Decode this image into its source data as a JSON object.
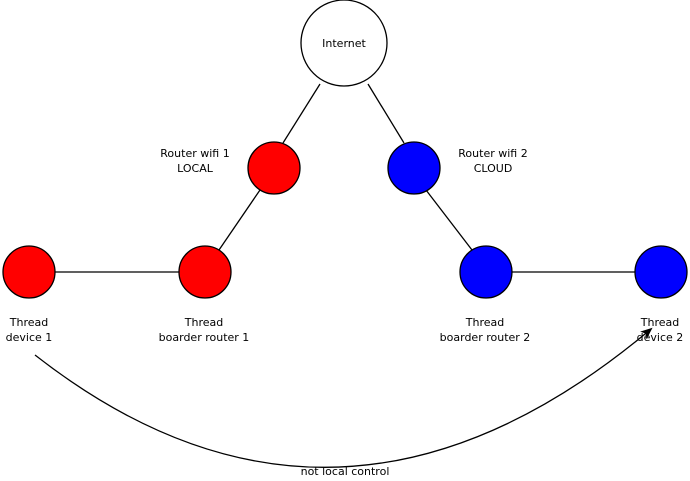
{
  "colors": {
    "local": "#ff0000",
    "cloud": "#0000ff",
    "internet": "#ffffff",
    "line": "#000000"
  },
  "nodes": {
    "internet": {
      "label": "Internet"
    },
    "router_wifi_1": {
      "label_line1": "Router wifi 1",
      "label_line2": "LOCAL"
    },
    "router_wifi_2": {
      "label_line1": "Router wifi 2",
      "label_line2": "CLOUD"
    },
    "thread_device_1": {
      "label_line1": "Thread",
      "label_line2": "device 1"
    },
    "border_router_1": {
      "label_line1": "Thread",
      "label_line2": "boarder router 1"
    },
    "border_router_2": {
      "label_line1": "Thread",
      "label_line2": "boarder router 2"
    },
    "thread_device_2": {
      "label_line1": "Thread",
      "label_line2": "device 2"
    }
  },
  "arrow": {
    "label": "not local control"
  }
}
